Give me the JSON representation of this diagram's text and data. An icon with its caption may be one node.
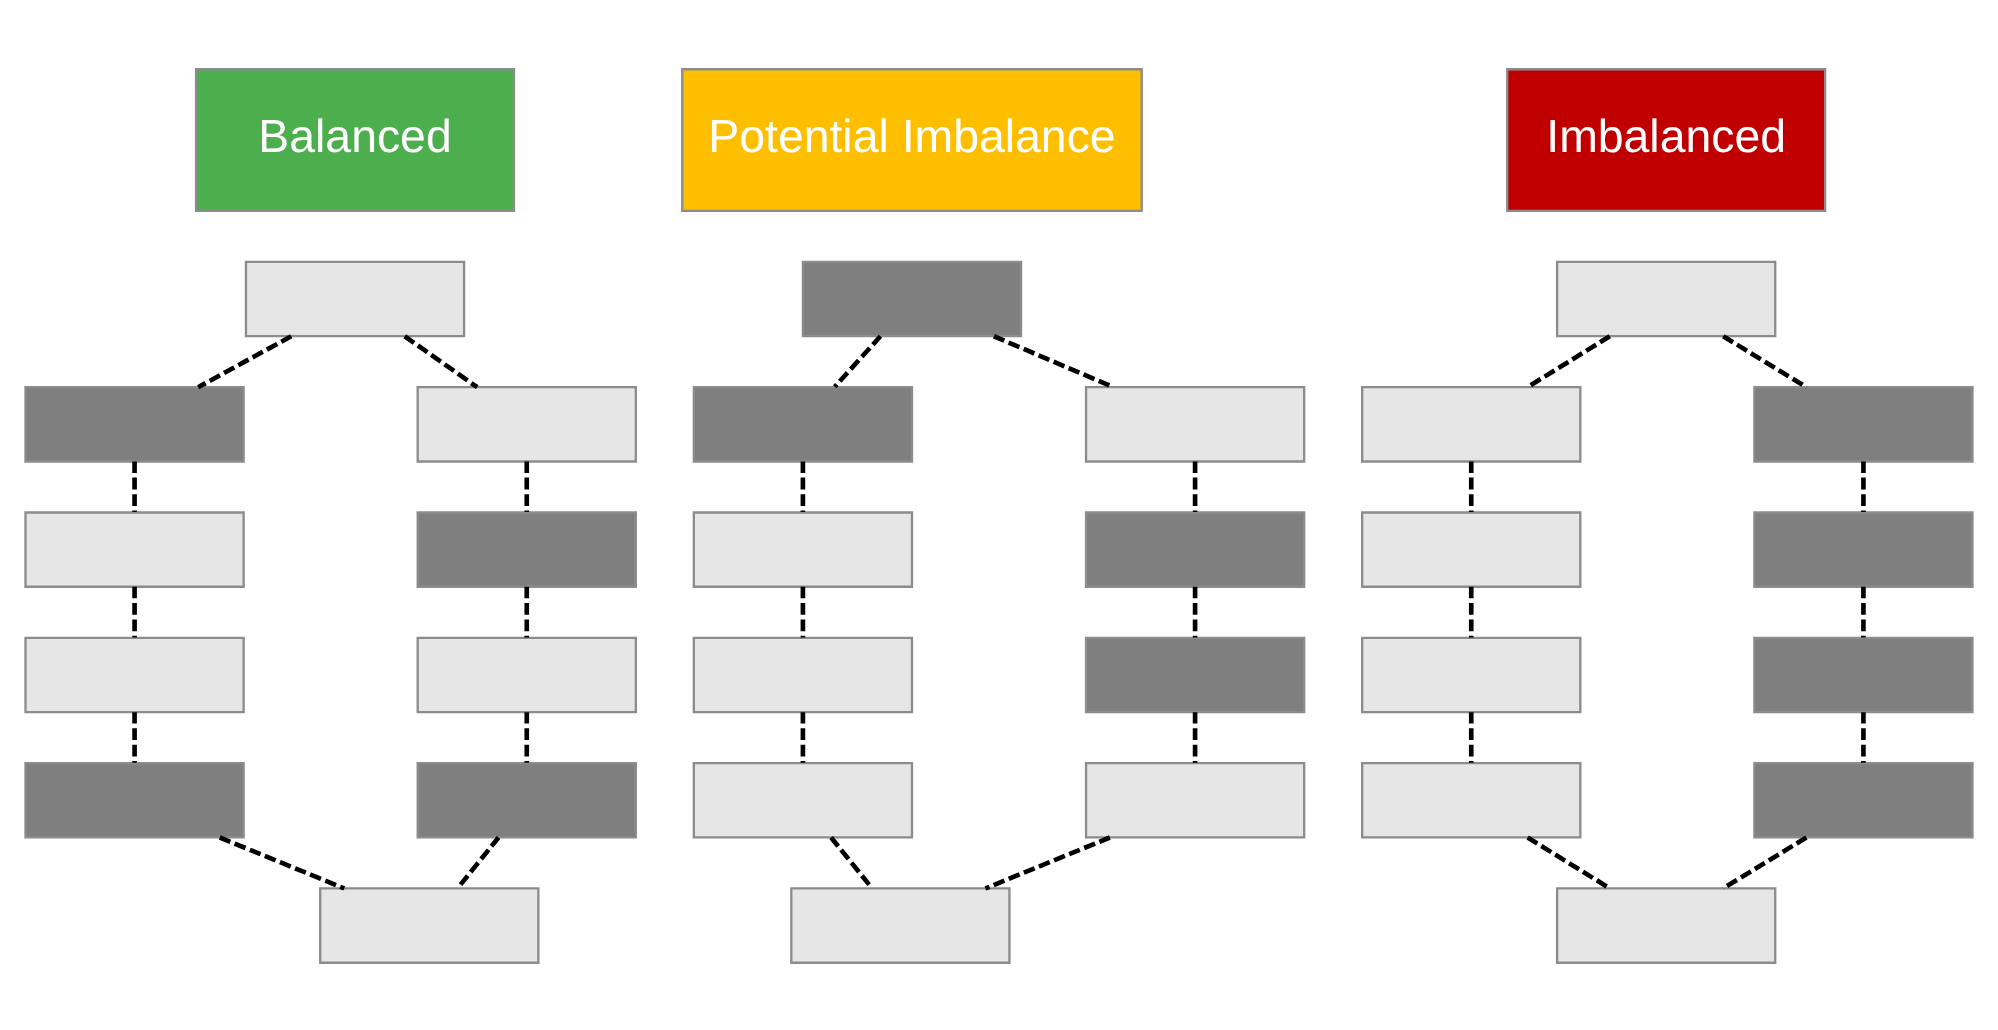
{
  "diagram": {
    "nodes": [
      {
        "text": [
          "Balanced"
        ]
      },
      {
        "text": [
          "Potential Imbalance"
        ]
      },
      {
        "text": [
          "Imbalanced"
        ]
      },
      {
        "text": [],
        "shape": "box"
      },
      {
        "text": [],
        "shape": "box"
      },
      {
        "text": [],
        "shape": "box"
      },
      {
        "text": [],
        "shape": "box"
      },
      {
        "text": [],
        "shape": "box"
      },
      {
        "text": [],
        "shape": "box"
      },
      {
        "text": [],
        "shape": "box"
      },
      {
        "text": [],
        "shape": "box"
      },
      {
        "text": [],
        "shape": "box"
      },
      {
        "text": [],
        "shape": "box"
      },
      {
        "text": [],
        "shape": "box"
      },
      {
        "text": [],
        "shape": "box"
      },
      {
        "text": [],
        "shape": "box"
      },
      {
        "text": [],
        "shape": "box"
      },
      {
        "text": [],
        "shape": "box"
      },
      {
        "text": [],
        "shape": "box"
      },
      {
        "text": [],
        "shape": "box"
      },
      {
        "text": [],
        "shape": "box"
      },
      {
        "text": [],
        "shape": "box"
      },
      {
        "text": [],
        "shape": "box"
      },
      {
        "text": [],
        "shape": "box"
      },
      {
        "text": [],
        "shape": "box"
      },
      {
        "text": [],
        "shape": "box"
      },
      {
        "text": [],
        "shape": "box"
      },
      {
        "text": [],
        "shape": "box"
      },
      {
        "text": [],
        "shape": "box"
      },
      {
        "text": [],
        "shape": "box"
      },
      {
        "text": [],
        "shape": "box"
      },
      {
        "text": [],
        "shape": "box"
      },
      {
        "text": [],
        "shape": "box"
      }
    ],
    "edges": [
      {
        "from": 3,
        "to": 4,
        "arrow": "none",
        "style": "dashed"
      },
      {
        "from": 4,
        "to": 6,
        "arrow": "none",
        "style": "dashed"
      },
      {
        "from": 6,
        "to": 8,
        "arrow": "none",
        "style": "dashed"
      },
      {
        "from": 8,
        "to": 10,
        "arrow": "none",
        "style": "dashed"
      },
      {
        "from": 10,
        "to": 12,
        "arrow": "none",
        "style": "dashed"
      },
      {
        "from": 3,
        "to": 5,
        "arrow": "none",
        "style": "dashed"
      },
      {
        "from": 5,
        "to": 7,
        "arrow": "none",
        "style": "dashed"
      },
      {
        "from": 7,
        "to": 9,
        "arrow": "none",
        "style": "dashed"
      },
      {
        "from": 9,
        "to": 11,
        "arrow": "none",
        "style": "dashed"
      },
      {
        "from": 11,
        "to": 12,
        "arrow": "none",
        "style": "dashed"
      },
      {
        "from": 13,
        "to": 14,
        "arrow": "none",
        "style": "dashed"
      },
      {
        "from": 14,
        "to": 16,
        "arrow": "none",
        "style": "dashed"
      },
      {
        "from": 16,
        "to": 18,
        "arrow": "none",
        "style": "dashed"
      },
      {
        "from": 18,
        "to": 20,
        "arrow": "none",
        "style": "dashed"
      },
      {
        "from": 20,
        "to": 22,
        "arrow": "none",
        "style": "dashed"
      },
      {
        "from": 13,
        "to": 15,
        "arrow": "none",
        "style": "dashed"
      },
      {
        "from": 15,
        "to": 17,
        "arrow": "none",
        "style": "dashed"
      },
      {
        "from": 17,
        "to": 19,
        "arrow": "none",
        "style": "dashed"
      },
      {
        "from": 19,
        "to": 21,
        "arrow": "none",
        "style": "dashed"
      },
      {
        "from": 21,
        "to": 22,
        "arrow": "none",
        "style": "dashed"
      },
      {
        "from": 23,
        "to": 24,
        "arrow": "none",
        "style": "dashed"
      },
      {
        "from": 24,
        "to": 26,
        "arrow": "none",
        "style": "dashed"
      },
      {
        "from": 26,
        "to": 28,
        "arrow": "none",
        "style": "dashed"
      },
      {
        "from": 28,
        "to": 30,
        "arrow": "none",
        "style": "dashed"
      },
      {
        "from": 30,
        "to": 32,
        "arrow": "none",
        "style": "dashed"
      },
      {
        "from": 23,
        "to": 25,
        "arrow": "none",
        "style": "dashed"
      },
      {
        "from": 25,
        "to": 27,
        "arrow": "none",
        "style": "dashed"
      },
      {
        "from": 27,
        "to": 29,
        "arrow": "none",
        "style": "dashed"
      },
      {
        "from": 29,
        "to": 31,
        "arrow": "none",
        "style": "dashed"
      },
      {
        "from": 31,
        "to": 32,
        "arrow": "none",
        "style": "dashed"
      }
    ]
  }
}
